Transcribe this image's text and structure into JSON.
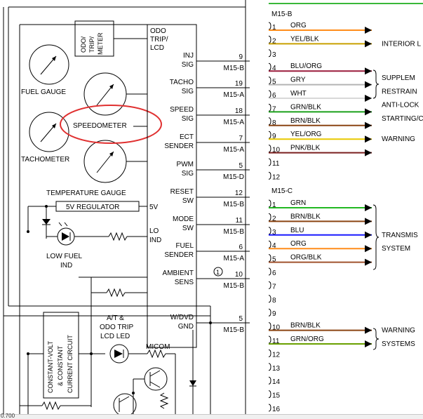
{
  "cluster": {
    "gauges": {
      "fuel": "FUEL GAUGE",
      "speed": "SPEEDOMETER",
      "tacho": "TACHOMETER",
      "temp": "TEMPERATURE GAUGE"
    },
    "odo_box": [
      "ODO/",
      "TRIP/",
      "METER"
    ],
    "ic_top": [
      "ODO",
      "TRIP/",
      "LCD"
    ],
    "regulator": "5V REGULATOR",
    "reg_out": "5V",
    "low_fuel": [
      "LOW FUEL",
      "IND"
    ],
    "lo_ind": [
      "LO",
      "IND"
    ],
    "at_led": [
      "A/T &",
      "ODO TRIP",
      "LCD LED"
    ],
    "micom": "MICOM",
    "cc_box": [
      "CONSTANT-VOLT",
      "& CONSTANT",
      "CURRENT CIRCUIT"
    ],
    "bottom_text": "0.700"
  },
  "pins": [
    {
      "l1": "INJ",
      "l2": "SIG",
      "num": "9",
      "conn": "M15-B"
    },
    {
      "l1": "TACHO",
      "l2": "SIG",
      "num": "19",
      "conn": "M15-A"
    },
    {
      "l1": "SPEED",
      "l2": "SIG",
      "num": "18",
      "conn": "M15-A"
    },
    {
      "l1": "ECT",
      "l2": "SENDER",
      "num": "7",
      "conn": "M15-A"
    },
    {
      "l1": "PWM",
      "l2": "SIG",
      "num": "5",
      "conn": "M15-D"
    },
    {
      "l1": "RESET",
      "l2": "SW",
      "num": "12",
      "conn": "M15-B"
    },
    {
      "l1": "MODE",
      "l2": "SW",
      "num": "11",
      "conn": "M15-B"
    },
    {
      "l1": "FUEL",
      "l2": "SENDER",
      "num": "6",
      "conn": "M15-A"
    },
    {
      "l1": "AMBIENT",
      "l2": "SENS",
      "num": "10",
      "conn": "M15-B"
    },
    {
      "l1": "W/DVD",
      "l2": "GND",
      "num": "5",
      "conn": "M15-B"
    }
  ],
  "note_marker": "1",
  "connectors": {
    "b": {
      "title": "M15-B",
      "rows": [
        {
          "num": "1",
          "color": "ORG",
          "wire": "#ff8c1a"
        },
        {
          "num": "2",
          "color": "YEL/BLK",
          "wire": "#c8a000"
        },
        {
          "num": "3",
          "color": "",
          "wire": ""
        },
        {
          "num": "4",
          "color": "BLU/ORG",
          "wire": "#9b1c3b"
        },
        {
          "num": "5",
          "color": "GRY",
          "wire": "#b4b4b4"
        },
        {
          "num": "6",
          "color": "WHT",
          "wire": "#d8d8d8"
        },
        {
          "num": "7",
          "color": "GRN/BLK",
          "wire": "#1aa01a"
        },
        {
          "num": "8",
          "color": "BRN/BLK",
          "wire": "#8b4513"
        },
        {
          "num": "9",
          "color": "YEL/ORG",
          "wire": "#e8c800"
        },
        {
          "num": "10",
          "color": "PNK/BLK",
          "wire": "#7a1f1f"
        },
        {
          "num": "11",
          "color": "",
          "wire": ""
        },
        {
          "num": "12",
          "color": "",
          "wire": ""
        }
      ],
      "labels": [
        {
          "text": "INTERIOR L",
          "row": 1
        },
        {
          "text": "SUPPLEM",
          "row": 3.5
        },
        {
          "text": "RESTRAIN",
          "row": 4.5
        },
        {
          "text": "ANTI-LOCK",
          "row": 5.5
        },
        {
          "text": "STARTING/C",
          "row": 6.5
        },
        {
          "text": "WARNING",
          "row": 8
        }
      ]
    },
    "c": {
      "title": "M15-C",
      "rows": [
        {
          "num": "1",
          "color": "GRN",
          "wire": "#22b822"
        },
        {
          "num": "2",
          "color": "BRN/BLK",
          "wire": "#8b4513"
        },
        {
          "num": "3",
          "color": "BLU",
          "wire": "#1a1aff"
        },
        {
          "num": "4",
          "color": "ORG",
          "wire": "#ff8c1a"
        },
        {
          "num": "5",
          "color": "ORG/BLK",
          "wire": "#a0522d"
        },
        {
          "num": "6",
          "color": "",
          "wire": ""
        },
        {
          "num": "7",
          "color": "",
          "wire": ""
        },
        {
          "num": "8",
          "color": "",
          "wire": ""
        },
        {
          "num": "9",
          "color": "",
          "wire": ""
        },
        {
          "num": "10",
          "color": "BRN/BLK",
          "wire": "#8b4513"
        },
        {
          "num": "11",
          "color": "GRN/ORG",
          "wire": "#6aa000"
        },
        {
          "num": "12",
          "color": "",
          "wire": ""
        },
        {
          "num": "13",
          "color": "",
          "wire": ""
        },
        {
          "num": "14",
          "color": "",
          "wire": ""
        },
        {
          "num": "15",
          "color": "",
          "wire": ""
        },
        {
          "num": "16",
          "color": "",
          "wire": ""
        }
      ],
      "labels": [
        {
          "text": "TRANSMIS",
          "row": 2
        },
        {
          "text": "SYSTEM",
          "row": 3
        },
        {
          "text": "WARNING",
          "row": 9
        },
        {
          "text": "SYSTEMS",
          "row": 10
        }
      ]
    }
  },
  "colors": {
    "highlight": "#e03030",
    "top_green": "#39b839"
  }
}
